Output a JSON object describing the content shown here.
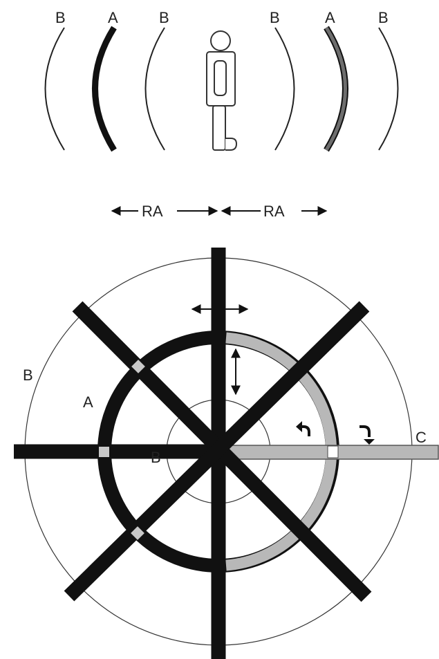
{
  "top": {
    "arc_labels": [
      "B",
      "A",
      "B",
      "B",
      "A",
      "B"
    ],
    "ra_left": "RA",
    "ra_right": "RA"
  },
  "bottom": {
    "outer_ring_label": "B",
    "middle_ring_label": "A",
    "inner_ring_label": "B",
    "right_bar_label": "C"
  },
  "colors": {
    "ink": "#111111",
    "gray": "#b8b8b8",
    "dark_gray": "#6e6e6e",
    "joint_gray": "#c8c8c8",
    "line": "#222222"
  },
  "icons": [
    "person-icon",
    "curved-arrow-left-icon",
    "curved-arrow-right-icon",
    "double-arrow-horizontal-icon",
    "double-arrow-vertical-icon"
  ]
}
